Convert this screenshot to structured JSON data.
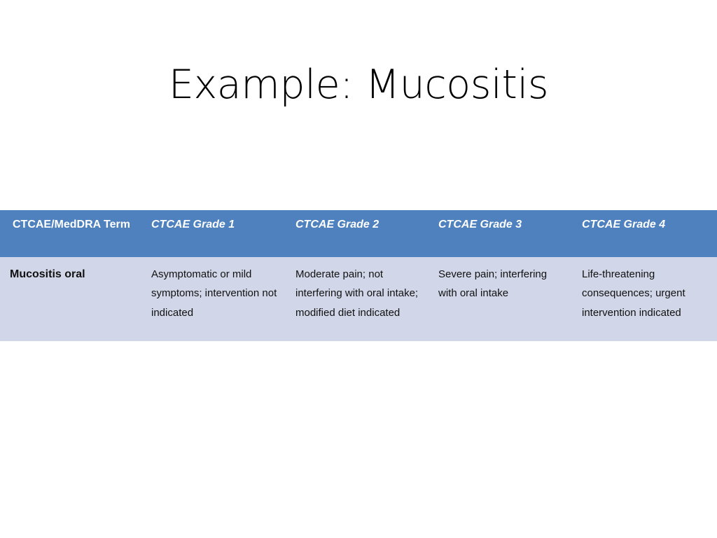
{
  "slide": {
    "title": "Example: Mucositis"
  },
  "table": {
    "headers": [
      "CTCAE/MedDRA Term",
      "CTCAE Grade 1",
      "CTCAE Grade 2",
      "CTCAE Grade 3",
      "CTCAE Grade 4"
    ],
    "rows": [
      {
        "term": "Mucositis oral",
        "grade1": "Asymptomatic or mild symptoms; intervention not indicated",
        "grade2": "Moderate pain; not interfering with oral intake; modified diet indicated",
        "grade3": "Severe pain; interfering with oral intake",
        "grade4": "Life-threatening consequences; urgent intervention indicated"
      }
    ]
  },
  "colors": {
    "header_fill": "#4e81bd",
    "header_text": "#ffffff",
    "body_fill": "#d1d7e8",
    "body_text": "#111111",
    "slide_background": "#ffffff",
    "gridline": "#ffffff"
  }
}
